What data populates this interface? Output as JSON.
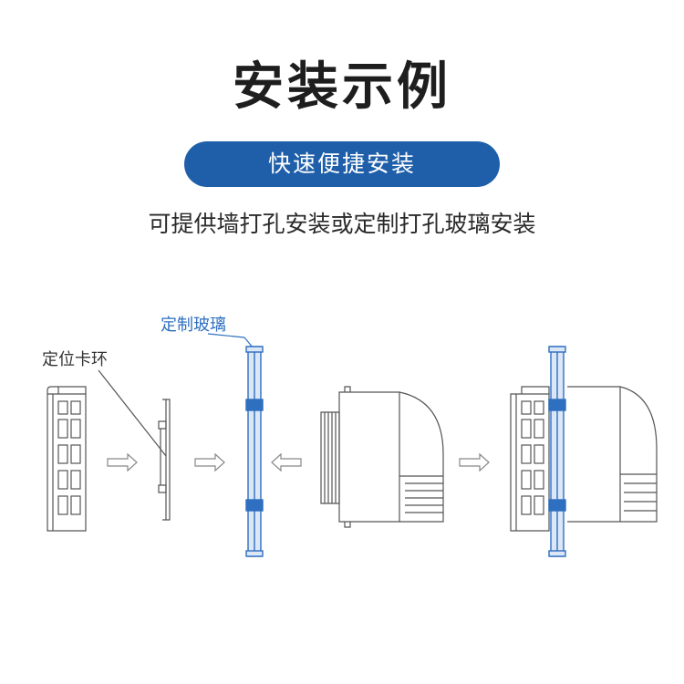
{
  "title": "安装示例",
  "badge": "快速便捷安装",
  "subtitle": "可提供墙打孔安装或定制打孔玻璃安装",
  "labels": {
    "glass": "定制玻璃",
    "ring": "定位卡环"
  },
  "colors": {
    "accent": "#1f5fa9",
    "glass_blue": "#2e6fc0",
    "outline": "#555555",
    "arrow": "#888888"
  }
}
